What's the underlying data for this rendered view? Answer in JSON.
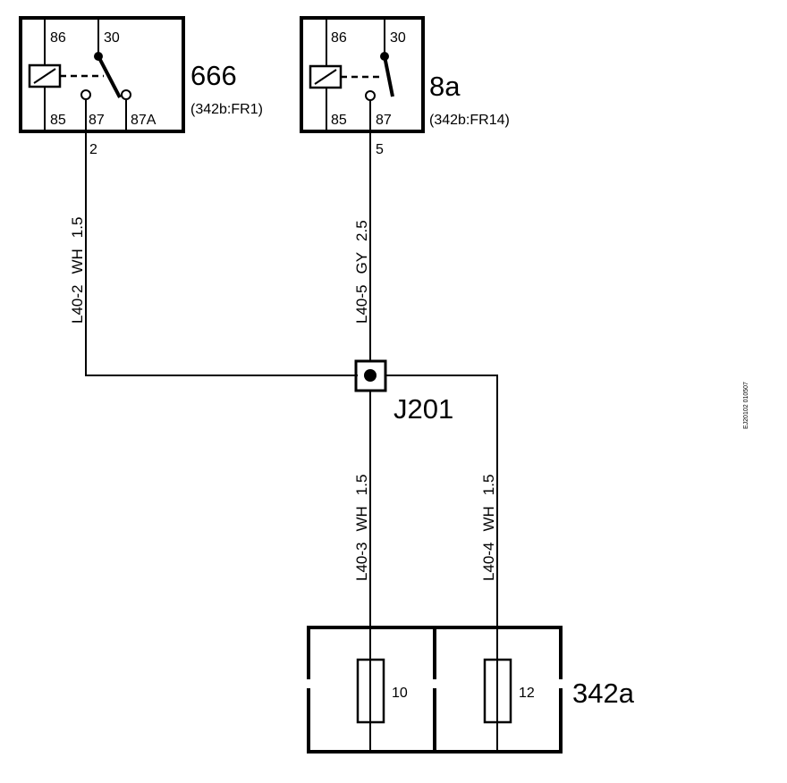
{
  "relays": [
    {
      "id": "666",
      "ref": "(342b:FR1)",
      "pins": {
        "p86": "86",
        "p30": "30",
        "p85": "85",
        "p87": "87",
        "p87a": "87A"
      },
      "output_pin": "2"
    },
    {
      "id": "8a",
      "ref": "(342b:FR14)",
      "pins": {
        "p86": "86",
        "p30": "30",
        "p85": "85",
        "p87": "87"
      },
      "output_pin": "5"
    }
  ],
  "wires": [
    {
      "id": "L40-2",
      "color": "WH",
      "size": "1.5"
    },
    {
      "id": "L40-5",
      "color": "GY",
      "size": "2.5"
    },
    {
      "id": "L40-3",
      "color": "WH",
      "size": "1.5"
    },
    {
      "id": "L40-4",
      "color": "WH",
      "size": "1.5"
    }
  ],
  "junction": {
    "id": "J201"
  },
  "fusebox": {
    "id": "342a",
    "fuses": [
      "10",
      "12"
    ]
  },
  "doc_code": "EJ20102  010507"
}
